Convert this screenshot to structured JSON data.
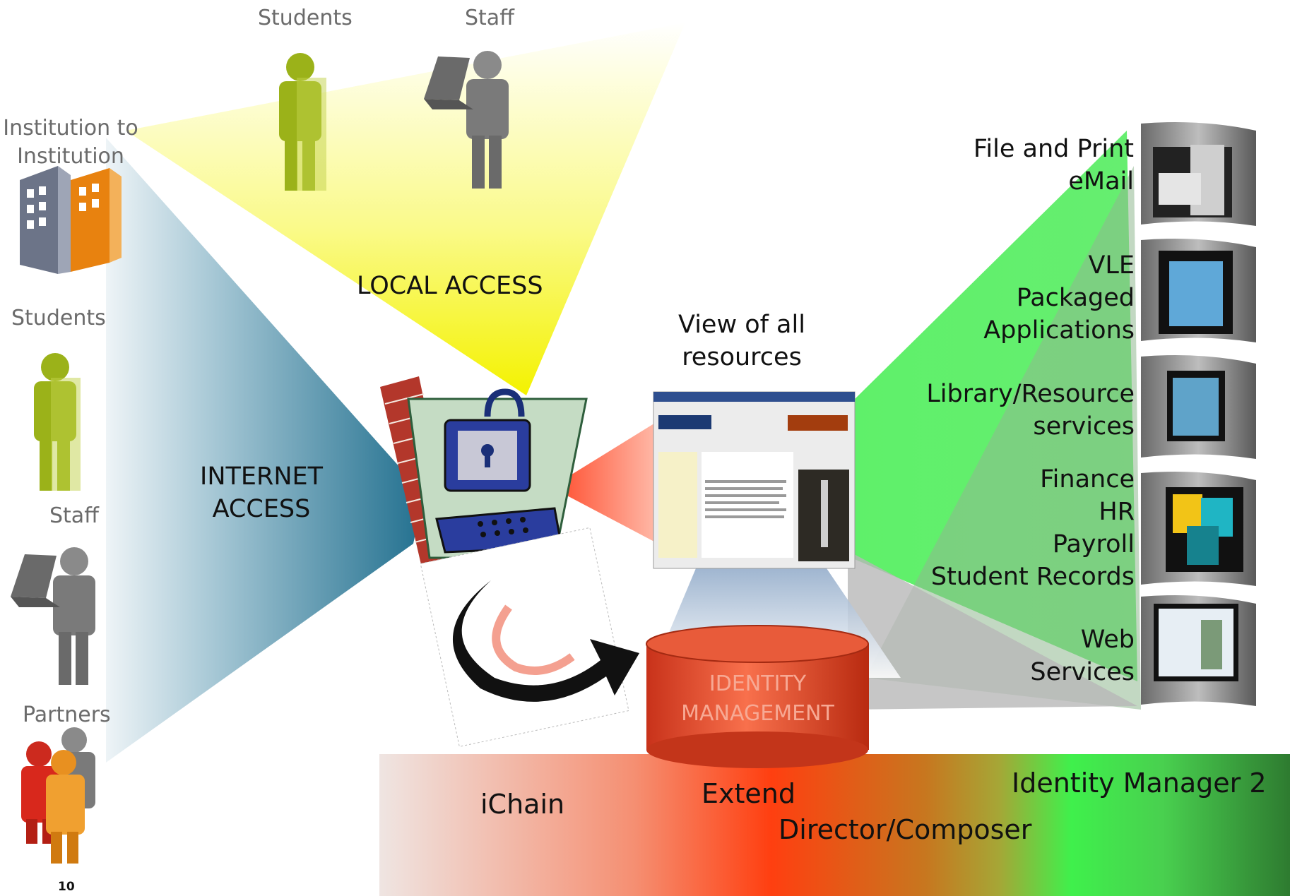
{
  "page_number": "10",
  "left_groups": {
    "institution": "Institution to Institution",
    "students": "Students",
    "staff": "Staff",
    "partners": "Partners"
  },
  "top_groups": {
    "students": "Students",
    "staff": "Staff"
  },
  "zones": {
    "local_access": "LOCAL ACCESS",
    "internet_access_line1": "INTERNET",
    "internet_access_line2": "ACCESS"
  },
  "view_label_line1": "View of all",
  "view_label_line2": "resources",
  "identity_line1": "IDENTITY",
  "identity_line2": "MANAGEMENT",
  "services": [
    {
      "lines": [
        "File and Print",
        "eMail"
      ],
      "icon": "server-printer-icon"
    },
    {
      "lines": [
        "VLE",
        "Packaged",
        "Applications"
      ],
      "icon": "software-box-icon"
    },
    {
      "lines": [
        "Library/Resource",
        "services"
      ],
      "icon": "mainframe-icon"
    },
    {
      "lines": [
        "Finance",
        "HR",
        "Payroll",
        "Student Records"
      ],
      "icon": "database-cylinders-icon"
    },
    {
      "lines": [
        "Web",
        "Services"
      ],
      "icon": "web-page-icon"
    }
  ],
  "products": {
    "ichain": "iChain",
    "extend": "Extend",
    "director": "Director/Composer",
    "idm": "Identity Manager 2"
  },
  "colors": {
    "yellow_beam": "#f4f200",
    "teal_beam": "#2b7391",
    "green_beam": "#38f23f",
    "red_beam": "#ff5a3a",
    "db_red": "#e8401f",
    "idm_green": "#2f7d32"
  }
}
